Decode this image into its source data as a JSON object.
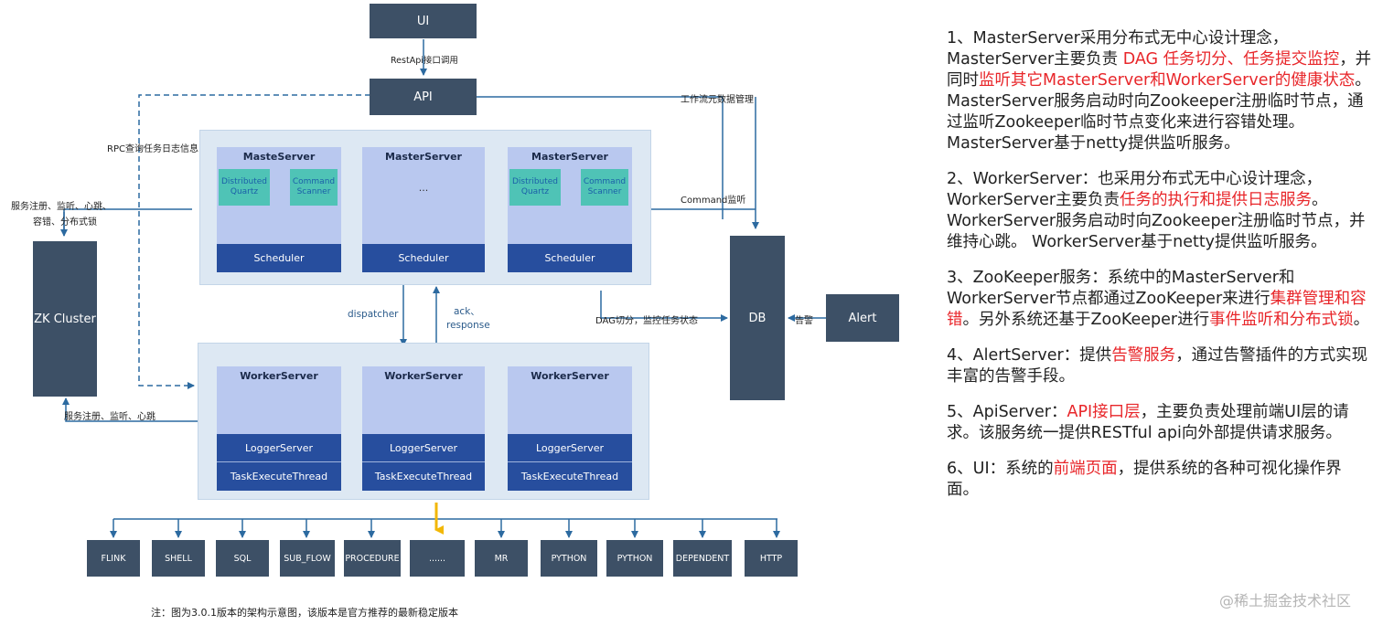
{
  "diagram": {
    "ui": "UI",
    "restapi_label": "RestApi接口调用",
    "api": "API",
    "workflow_label": "工作流元数据管理",
    "rpc_label": "RPC查询任务日志信息",
    "zk_reg_label_1": "服务注册、监听、心跳、",
    "zk_reg_label_2": "容错、分布式锁",
    "zk_cluster": "ZK Cluster",
    "zk_reg_bottom": "服务注册、监听、心跳",
    "command_label": "Command监听",
    "dag_label": "DAG切分，监控任务状态",
    "db": "DB",
    "alert_label": "告警",
    "alert": "Alert",
    "dispatcher": "dispatcher",
    "ack": "ack、",
    "response": "response",
    "masters": [
      {
        "title": "MasteServer",
        "quartz": "Distributed Quartz",
        "scanner": "Command Scanner",
        "scheduler": "Scheduler"
      },
      {
        "title": "MasterServer",
        "dots": "...",
        "scheduler": "Scheduler"
      },
      {
        "title": "MasterServer",
        "quartz": "Distributed Quartz",
        "scanner": "Command Scanner",
        "scheduler": "Scheduler"
      }
    ],
    "workers": [
      {
        "title": "WorkerServer",
        "logger": "LoggerServer",
        "thread": "TaskExecuteThread"
      },
      {
        "title": "WorkerServer",
        "logger": "LoggerServer",
        "thread": "TaskExecuteThread"
      },
      {
        "title": "WorkerServer",
        "logger": "LoggerServer",
        "thread": "TaskExecuteThread"
      }
    ],
    "tasks": [
      "FLINK",
      "SHELL",
      "SQL",
      "SUB_FLOW",
      "PROCEDURE",
      "......",
      "MR",
      "PYTHON",
      "PYTHON",
      "DEPENDENT",
      "HTTP"
    ],
    "footnote": "注：图为3.0.1版本的架构示意图，该版本是官方推荐的最新稳定版本"
  },
  "text": {
    "p1": [
      {
        "t": "1、MasterServer采用分布式无中心设计理念，MasterServer主要负责 "
      },
      {
        "t": "DAG 任务切分、任务提交监控",
        "red": true
      },
      {
        "t": "，并同时"
      },
      {
        "t": "监听其它MasterServer和WorkerServer的健康状态",
        "red": true
      },
      {
        "t": "。 MasterServer服务启动时向Zookeeper注册临时节点，通过监听Zookeeper临时节点变化来进行容错处理。 MasterServer基于netty提供监听服务。"
      }
    ],
    "p2": [
      {
        "t": "2、WorkerServer：也采用分布式无中心设计理念，WorkerServer主要负责"
      },
      {
        "t": "任务的执行和提供日志服务",
        "red": true
      },
      {
        "t": "。 WorkerServer服务启动时向Zookeeper注册临时节点，并维持心跳。 WorkerServer基于netty提供监听服务。"
      }
    ],
    "p3": [
      {
        "t": "3、ZooKeeper服务：系统中的MasterServer和WorkerServer节点都通过ZooKeeper来进行"
      },
      {
        "t": "集群管理和容错",
        "red": true
      },
      {
        "t": "。另外系统还基于ZooKeeper进行"
      },
      {
        "t": "事件监听和分布式锁",
        "red": true
      },
      {
        "t": "。"
      }
    ],
    "p4": [
      {
        "t": "4、AlertServer：提供"
      },
      {
        "t": "告警服务",
        "red": true
      },
      {
        "t": "，通过告警插件的方式实现丰富的告警手段。"
      }
    ],
    "p5": [
      {
        "t": "5、ApiServer："
      },
      {
        "t": "API接口层",
        "red": true
      },
      {
        "t": "，主要负责处理前端UI层的请求。该服务统一提供RESTful api向外部提供请求服务。"
      }
    ],
    "p6": [
      {
        "t": "6、UI：系统的"
      },
      {
        "t": "前端页面",
        "red": true
      },
      {
        "t": "，提供系统的各种可视化操作界面。"
      }
    ]
  },
  "watermark": "@稀土掘金技术社区"
}
